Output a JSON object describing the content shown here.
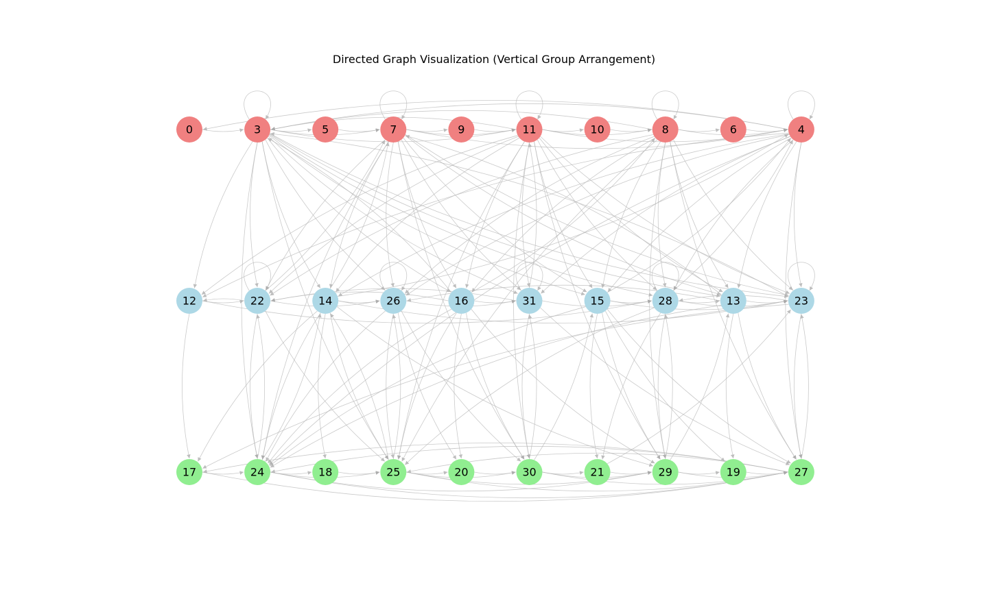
{
  "title": "Directed Graph Visualization (Vertical Group Arrangement)",
  "colors": {
    "group_top": "#f08080",
    "group_middle": "#add8e6",
    "group_bottom": "#90ee90",
    "edge": "#b8b8b8"
  },
  "groups": [
    {
      "name": "top",
      "color": "#f08080",
      "nodes": [
        "0",
        "3",
        "5",
        "7",
        "9",
        "11",
        "10",
        "8",
        "6",
        "4"
      ]
    },
    {
      "name": "middle",
      "color": "#add8e6",
      "nodes": [
        "12",
        "22",
        "14",
        "26",
        "16",
        "31",
        "15",
        "28",
        "13",
        "23"
      ]
    },
    {
      "name": "bottom",
      "color": "#90ee90",
      "nodes": [
        "17",
        "24",
        "18",
        "25",
        "20",
        "30",
        "21",
        "29",
        "19",
        "27"
      ]
    }
  ],
  "edges": [
    [
      "3",
      "3"
    ],
    [
      "7",
      "7"
    ],
    [
      "11",
      "11"
    ],
    [
      "8",
      "8"
    ],
    [
      "4",
      "4"
    ],
    [
      "22",
      "22"
    ],
    [
      "26",
      "26"
    ],
    [
      "31",
      "31"
    ],
    [
      "28",
      "28"
    ],
    [
      "23",
      "23"
    ],
    [
      "0",
      "3"
    ],
    [
      "4",
      "0"
    ],
    [
      "5",
      "7"
    ],
    [
      "9",
      "11"
    ],
    [
      "10",
      "8"
    ],
    [
      "6",
      "4"
    ],
    [
      "3",
      "7"
    ],
    [
      "7",
      "11"
    ],
    [
      "11",
      "8"
    ],
    [
      "8",
      "4"
    ],
    [
      "4",
      "3"
    ],
    [
      "3",
      "11"
    ],
    [
      "11",
      "4"
    ],
    [
      "7",
      "4"
    ],
    [
      "8",
      "3"
    ],
    [
      "11",
      "3"
    ],
    [
      "3",
      "5"
    ],
    [
      "7",
      "9"
    ],
    [
      "11",
      "10"
    ],
    [
      "8",
      "6"
    ],
    [
      "3",
      "12"
    ],
    [
      "3",
      "22"
    ],
    [
      "3",
      "14"
    ],
    [
      "3",
      "26"
    ],
    [
      "3",
      "16"
    ],
    [
      "3",
      "31"
    ],
    [
      "3",
      "15"
    ],
    [
      "3",
      "28"
    ],
    [
      "3",
      "13"
    ],
    [
      "3",
      "23"
    ],
    [
      "3",
      "24"
    ],
    [
      "3",
      "25"
    ],
    [
      "7",
      "22"
    ],
    [
      "7",
      "14"
    ],
    [
      "7",
      "26"
    ],
    [
      "7",
      "16"
    ],
    [
      "7",
      "31"
    ],
    [
      "7",
      "15"
    ],
    [
      "7",
      "13"
    ],
    [
      "7",
      "23"
    ],
    [
      "7",
      "24"
    ],
    [
      "7",
      "30"
    ],
    [
      "11",
      "12"
    ],
    [
      "11",
      "22"
    ],
    [
      "11",
      "14"
    ],
    [
      "11",
      "16"
    ],
    [
      "11",
      "31"
    ],
    [
      "11",
      "15"
    ],
    [
      "11",
      "28"
    ],
    [
      "11",
      "13"
    ],
    [
      "11",
      "23"
    ],
    [
      "11",
      "25"
    ],
    [
      "11",
      "29"
    ],
    [
      "11",
      "30"
    ],
    [
      "8",
      "22"
    ],
    [
      "8",
      "26"
    ],
    [
      "8",
      "16"
    ],
    [
      "8",
      "15"
    ],
    [
      "8",
      "28"
    ],
    [
      "8",
      "13"
    ],
    [
      "8",
      "23"
    ],
    [
      "8",
      "27"
    ],
    [
      "8",
      "29"
    ],
    [
      "8",
      "25"
    ],
    [
      "4",
      "12"
    ],
    [
      "4",
      "14"
    ],
    [
      "4",
      "26"
    ],
    [
      "4",
      "31"
    ],
    [
      "4",
      "15"
    ],
    [
      "4",
      "28"
    ],
    [
      "4",
      "13"
    ],
    [
      "4",
      "23"
    ],
    [
      "4",
      "27"
    ],
    [
      "4",
      "24"
    ],
    [
      "14",
      "4"
    ],
    [
      "16",
      "8"
    ],
    [
      "31",
      "11"
    ],
    [
      "22",
      "7"
    ],
    [
      "15",
      "4"
    ],
    [
      "28",
      "4"
    ],
    [
      "23",
      "3"
    ],
    [
      "13",
      "7"
    ],
    [
      "16",
      "3"
    ],
    [
      "14",
      "7"
    ],
    [
      "12",
      "22"
    ],
    [
      "22",
      "26"
    ],
    [
      "14",
      "26"
    ],
    [
      "26",
      "31"
    ],
    [
      "16",
      "31"
    ],
    [
      "31",
      "28"
    ],
    [
      "15",
      "28"
    ],
    [
      "28",
      "23"
    ],
    [
      "13",
      "23"
    ],
    [
      "22",
      "12"
    ],
    [
      "12",
      "28"
    ],
    [
      "14",
      "23"
    ],
    [
      "15",
      "23"
    ],
    [
      "16",
      "22"
    ],
    [
      "13",
      "26"
    ],
    [
      "31",
      "22"
    ],
    [
      "23",
      "28"
    ],
    [
      "28",
      "13"
    ],
    [
      "12",
      "17"
    ],
    [
      "22",
      "24"
    ],
    [
      "22",
      "25"
    ],
    [
      "14",
      "17"
    ],
    [
      "14",
      "18"
    ],
    [
      "14",
      "24"
    ],
    [
      "14",
      "29"
    ],
    [
      "14",
      "25"
    ],
    [
      "26",
      "24"
    ],
    [
      "26",
      "20"
    ],
    [
      "26",
      "25"
    ],
    [
      "26",
      "30"
    ],
    [
      "16",
      "24"
    ],
    [
      "16",
      "25"
    ],
    [
      "16",
      "20"
    ],
    [
      "16",
      "30"
    ],
    [
      "16",
      "29"
    ],
    [
      "31",
      "30"
    ],
    [
      "31",
      "27"
    ],
    [
      "15",
      "21"
    ],
    [
      "15",
      "29"
    ],
    [
      "15",
      "27"
    ],
    [
      "15",
      "19"
    ],
    [
      "15",
      "24"
    ],
    [
      "28",
      "21"
    ],
    [
      "28",
      "29"
    ],
    [
      "28",
      "25"
    ],
    [
      "13",
      "19"
    ],
    [
      "13",
      "27"
    ],
    [
      "23",
      "27"
    ],
    [
      "13",
      "24"
    ],
    [
      "23",
      "17"
    ],
    [
      "24",
      "22"
    ],
    [
      "25",
      "26"
    ],
    [
      "30",
      "31"
    ],
    [
      "29",
      "28"
    ],
    [
      "27",
      "23"
    ],
    [
      "30",
      "15"
    ],
    [
      "25",
      "14"
    ],
    [
      "24",
      "14"
    ],
    [
      "29",
      "13"
    ],
    [
      "21",
      "23"
    ],
    [
      "17",
      "24"
    ],
    [
      "24",
      "18"
    ],
    [
      "18",
      "25"
    ],
    [
      "25",
      "20"
    ],
    [
      "20",
      "30"
    ],
    [
      "30",
      "21"
    ],
    [
      "21",
      "29"
    ],
    [
      "29",
      "19"
    ],
    [
      "19",
      "27"
    ],
    [
      "24",
      "25"
    ],
    [
      "25",
      "30"
    ],
    [
      "30",
      "29"
    ],
    [
      "29",
      "27"
    ],
    [
      "24",
      "27"
    ],
    [
      "25",
      "27"
    ],
    [
      "17",
      "27"
    ],
    [
      "27",
      "24"
    ],
    [
      "27",
      "25"
    ],
    [
      "24",
      "29"
    ],
    [
      "30",
      "27"
    ],
    [
      "27",
      "17"
    ],
    [
      "25",
      "29"
    ]
  ]
}
